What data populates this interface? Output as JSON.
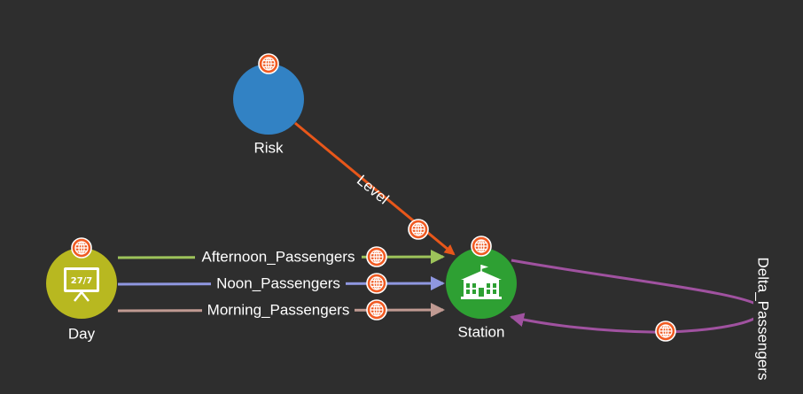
{
  "diagram": {
    "nodes": {
      "risk": {
        "label": "Risk",
        "color": "#3282c4",
        "icon": "none"
      },
      "day": {
        "label": "Day",
        "color": "#b8b820",
        "icon": "calendar-board-icon",
        "icon_text": "27/7"
      },
      "station": {
        "label": "Station",
        "color": "#2ea033",
        "icon": "building-icon"
      }
    },
    "edges": {
      "level": {
        "label": "Level",
        "color": "#e8571a",
        "from": "Risk",
        "to": "Station"
      },
      "afternoon": {
        "label": "Afternoon_Passengers",
        "color": "#9dc35a",
        "from": "Day",
        "to": "Station"
      },
      "noon": {
        "label": "Noon_Passengers",
        "color": "#8f97e0",
        "from": "Day",
        "to": "Station"
      },
      "morning": {
        "label": "Morning_Passengers",
        "color": "#c09a92",
        "from": "Day",
        "to": "Station"
      },
      "delta": {
        "label": "Delta_Passengers",
        "color": "#a052a0",
        "from": "Station",
        "to": "Station"
      }
    },
    "badge": {
      "icon": "globe-icon",
      "color": "#f05a22"
    }
  }
}
